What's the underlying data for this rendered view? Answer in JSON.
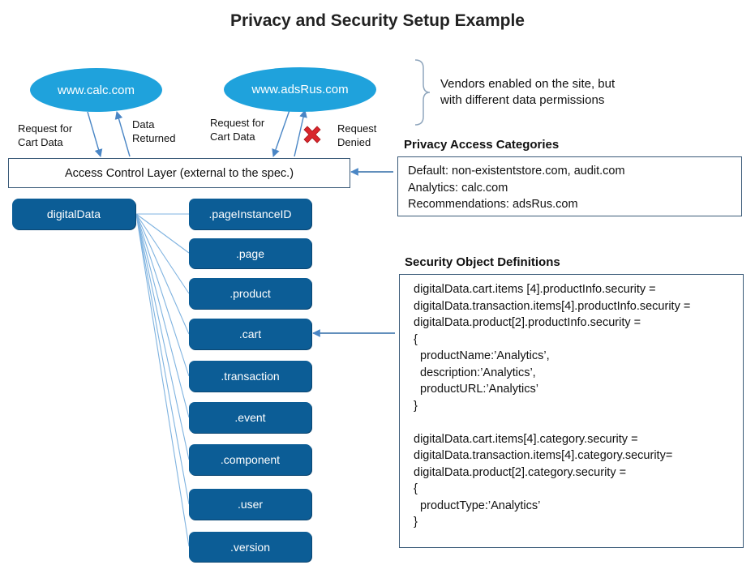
{
  "title": "Privacy and Security Setup Example",
  "vendors": {
    "calc": "www.calc.com",
    "ads": "www.adsRus.com",
    "brace_note_lines": [
      "Vendors enabled on the site, but",
      "with different data permissions"
    ]
  },
  "flows": {
    "calc_request": [
      "Request for",
      "Cart Data"
    ],
    "calc_returned": [
      "Data",
      "Returned"
    ],
    "ads_request": [
      "Request for",
      "Cart Data"
    ],
    "ads_denied": [
      "Request",
      "Denied"
    ]
  },
  "access_layer": "Access Control Layer (external to the spec.)",
  "privacy": {
    "heading": "Privacy Access Categories",
    "lines": [
      "Default: non-existentstore.com, audit.com",
      "Analytics: calc.com",
      "Recommendations: adsRus.com"
    ]
  },
  "root_node": "digitalData",
  "children": [
    ".pageInstanceID",
    ".page",
    ".product",
    ".cart",
    ".transaction",
    ".event",
    ".component",
    ".user",
    ".version"
  ],
  "security": {
    "heading": "Security Object Definitions",
    "lines": [
      "digitalData.cart.items [4].productInfo.security =",
      "digitalData.transaction.items[4].productInfo.security =",
      "digitalData.product[2].productInfo.security =",
      "{",
      "  productName:’Analytics’,",
      "  description:’Analytics’,",
      "  productURL:’Analytics’",
      "}",
      "",
      "digitalData.cart.items[4].category.security =",
      "digitalData.transaction.items[4].category.security=",
      "digitalData.product[2].category.security =",
      "{",
      "  productType:’Analytics’",
      "}"
    ]
  },
  "colors": {
    "vendor": "#1fa2dc",
    "node": "#0c5d96",
    "connector": "#5b9bd5",
    "deny": "#d9262c"
  },
  "icons": {
    "deny": "red-x-icon"
  }
}
